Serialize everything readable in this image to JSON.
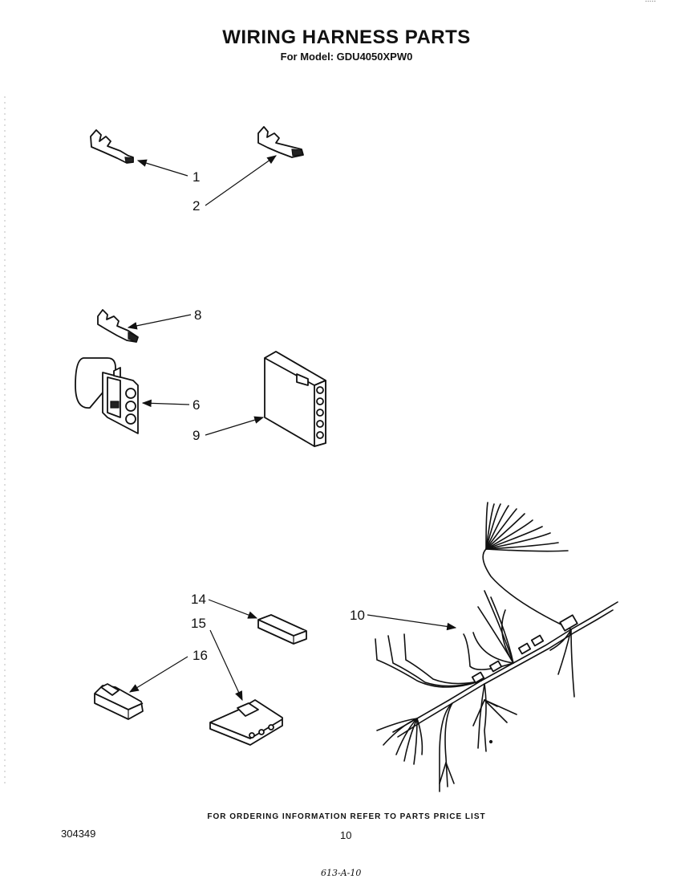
{
  "header": {
    "title": "WIRING HARNESS PARTS",
    "subtitle": "For Model: GDU4050XPW0"
  },
  "callouts": {
    "c1": "1",
    "c2": "2",
    "c8": "8",
    "c6": "6",
    "c9": "9",
    "c14": "14",
    "c15": "15",
    "c16": "16",
    "c10": "10"
  },
  "footer": {
    "ordering_note": "FOR ORDERING INFORMATION REFER TO PARTS PRICE LIST",
    "doc_number": "304349",
    "page_number": "10",
    "handwritten_mark": "613-A-10"
  }
}
